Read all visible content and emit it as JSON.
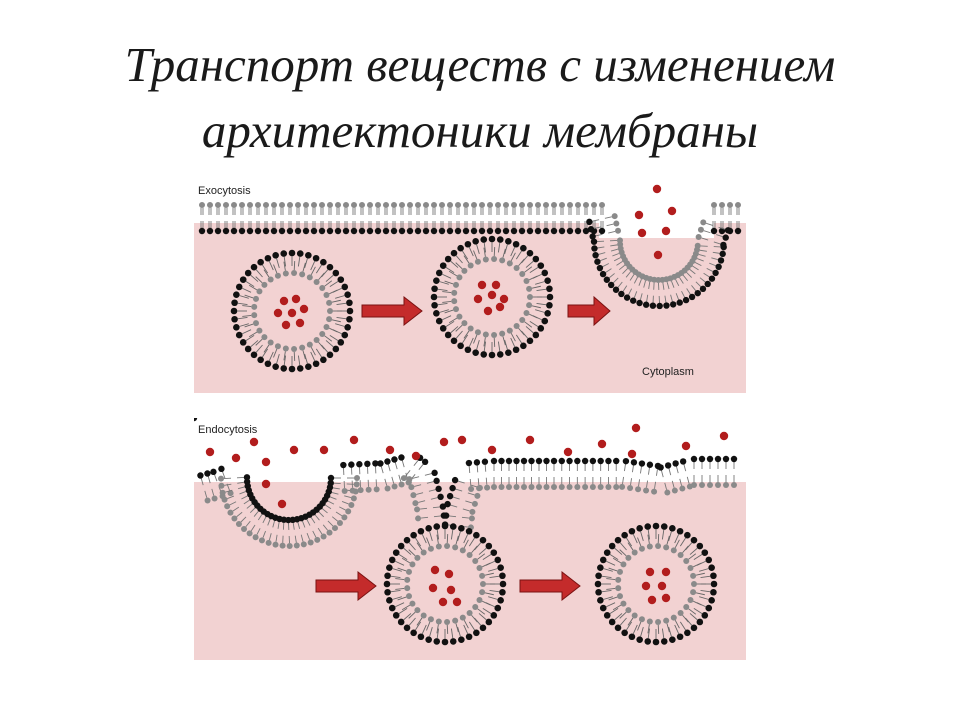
{
  "title": {
    "line1": "Транспорт веществ с изменением",
    "line2": "архитектоники мембраны"
  },
  "exocytosis": {
    "label": "Exocytosis",
    "cytoplasm_label": "Cytoplasm"
  },
  "endocytosis": {
    "label": "Endocytosis"
  },
  "colors": {
    "cytoplasm": "#f2d2d2",
    "molecule": "#b21d1d",
    "arrow": "#c42b2b",
    "lipid_dark": "#111111",
    "lipid_grey": "#8a8a8a"
  }
}
